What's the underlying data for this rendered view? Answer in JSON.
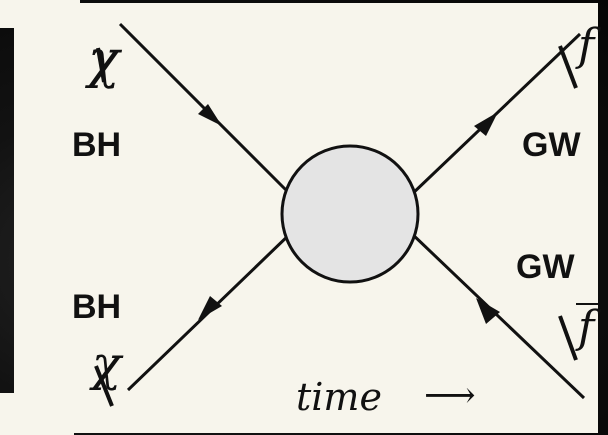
{
  "particles": {
    "in_top": "χ",
    "in_bottom": "χ",
    "out_top": "f",
    "out_bottom": "f"
  },
  "labels": {
    "in_top": "BH",
    "in_bottom": "BH",
    "out_top": "GW",
    "out_bottom": "GW"
  },
  "time_axis": {
    "label": "time",
    "arrow": "⟶"
  },
  "colors": {
    "panel_bg": "#f7f5ec",
    "line": "#111111",
    "vertex_fill": "#e4e4e4",
    "backdrop": "#0b0b0b"
  },
  "icons": {
    "vertex": "blob-circle-icon",
    "propagator_arrow": "arrowhead-icon"
  }
}
